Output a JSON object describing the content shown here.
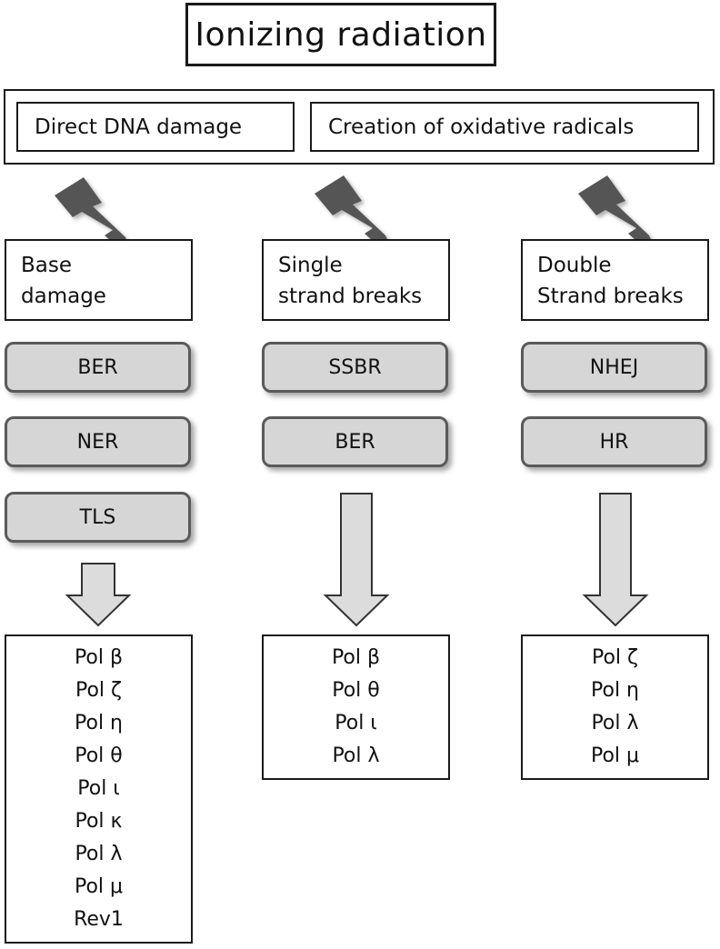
{
  "title": "Ionizing radiation",
  "sources": [
    "Direct DNA damage",
    "Creation of oxidative radicals"
  ],
  "columns": [
    {
      "damage": [
        "Base",
        "damage"
      ],
      "pathways": [
        "BER",
        "NER",
        "TLS"
      ],
      "polymerases": [
        "Pol β",
        "Pol ζ",
        "Pol η",
        "Pol θ",
        "Pol ι",
        "Pol κ",
        "Pol λ",
        "Pol μ",
        "Rev1"
      ]
    },
    {
      "damage": [
        "Single",
        "strand breaks"
      ],
      "pathways": [
        "SSBR",
        "BER"
      ],
      "polymerases": [
        "Pol β",
        "Pol θ",
        "Pol ι",
        "Pol λ"
      ]
    },
    {
      "damage": [
        "Double",
        "Strand breaks"
      ],
      "pathways": [
        "NHEJ",
        "HR"
      ],
      "polymerases": [
        "Pol ζ",
        "Pol η",
        "Pol λ",
        "Pol μ"
      ]
    }
  ],
  "colors": {
    "pill_fill": "#d6d6d6",
    "pill_border": "#5a5a5a",
    "bolt": "#555555",
    "arrow_fill": "#dcdcdc"
  }
}
